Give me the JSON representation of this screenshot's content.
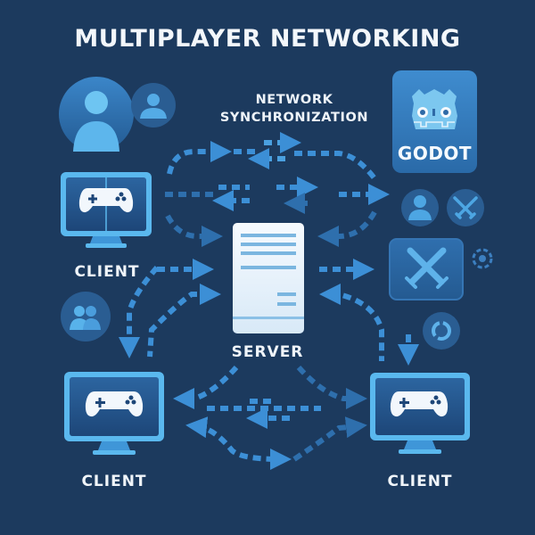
{
  "diagram": {
    "title": "MULTIPLAYER NETWORKING",
    "subtitle_line1": "NETWORK",
    "subtitle_line2": "SYNCHRONIZATION",
    "nodes": {
      "server": {
        "label": "SERVER",
        "icon": "server-icon"
      },
      "client_top_left": {
        "label": "CLIENT",
        "icon": "monitor-gamepad-icon"
      },
      "client_bottom_left": {
        "label": "CLIENT",
        "icon": "monitor-gamepad-icon"
      },
      "client_bottom_right": {
        "label": "CLIENT",
        "icon": "monitor-gamepad-icon"
      }
    },
    "engine_badge": {
      "label": "GODOT",
      "icon": "godot-logo-icon"
    },
    "decorations": [
      "user-avatar-icon",
      "user-avatar-small-icon",
      "user-circle-icon",
      "crossed-swords-circle-icon",
      "crossed-swords-tile-icon",
      "target-dashed-icon",
      "users-group-icon",
      "sync-ring-icon"
    ],
    "colors": {
      "background": "#1c3a5e",
      "accent": "#3c8fd6",
      "light_accent": "#5cb6ec",
      "text": "#f2f6fa"
    }
  }
}
